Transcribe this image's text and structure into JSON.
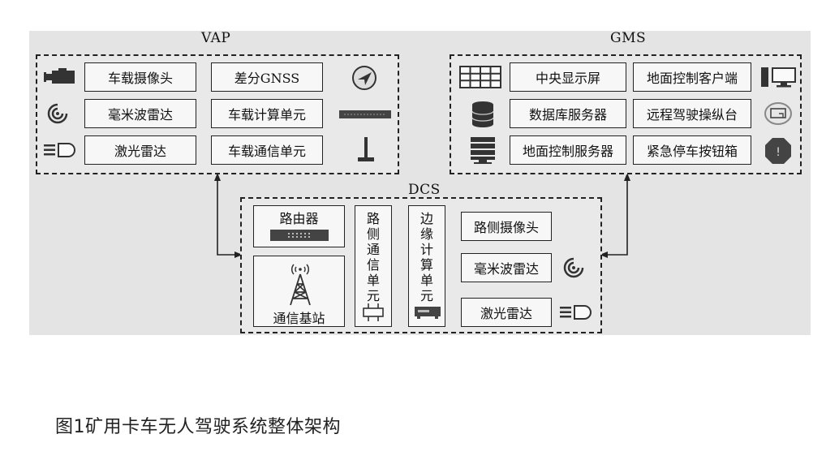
{
  "caption": "图1矿用卡车无人驾驶系统整体架构",
  "vap": {
    "title": "VAP",
    "items": [
      "车载摄像头",
      "差分GNSS",
      "毫米波雷达",
      "车载计算单元",
      "激光雷达",
      "车载通信单元"
    ]
  },
  "gms": {
    "title": "GMS",
    "items": [
      "中央显示屏",
      "地面控制客户端",
      "数据库服务器",
      "远程驾驶操纵台",
      "地面控制服务器",
      "紧急停车按钮箱"
    ]
  },
  "dcs": {
    "title": "DCS",
    "router": "路由器",
    "base_station": "通信基站",
    "roadside_comm_chars": [
      "路",
      "侧",
      "通",
      "信",
      "单",
      "元"
    ],
    "edge_compute_chars": [
      "边",
      "缘",
      "计",
      "算",
      "单",
      "元"
    ],
    "sensors": [
      "路侧摄像头",
      "毫米波雷达",
      "激光雷达"
    ]
  },
  "emergency_icon_glyph": "!",
  "icons": {
    "vap": [
      "camera-icon",
      "navigation-icon",
      "radar-wave-icon",
      "computing-unit-icon",
      "lidar-icon",
      "antenna-icon"
    ],
    "gms": [
      "display-grid-icon",
      "client-computer-icon",
      "database-icon",
      "remote-console-icon",
      "server-icon",
      "emergency-stop-icon"
    ],
    "dcs": [
      "router-icon",
      "signal-tower-icon",
      "roadside-comm-device-icon",
      "edge-compute-device-icon",
      "radar-wave-icon",
      "lidar-icon"
    ]
  }
}
